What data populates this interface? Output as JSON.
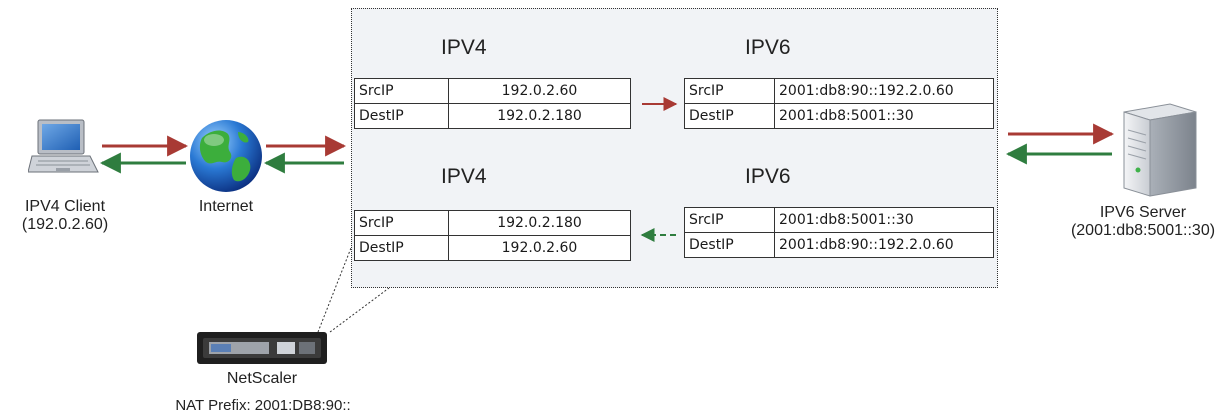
{
  "colors": {
    "forward": "#a83a34",
    "return": "#2f7d3f",
    "panel": "#f1f3f6"
  },
  "nodes": {
    "client": {
      "icon": "laptop-icon",
      "line1": "IPV4 Client",
      "line2": "(192.0.2.60)"
    },
    "internet": {
      "icon": "globe-icon",
      "label": "Internet"
    },
    "server": {
      "icon": "server-icon",
      "line1": "IPV6 Server",
      "line2": "(2001:db8:5001::30)"
    },
    "netscaler": {
      "icon": "netscaler-appliance-icon",
      "label": "NetScaler",
      "nat_prefix": "NAT Prefix: 2001:DB8:90::"
    }
  },
  "panel": {
    "request": {
      "ipv4_heading": "IPV4",
      "ipv6_heading": "IPV6",
      "ipv4_rows": [
        {
          "field": "SrcIP",
          "value": "192.0.2.60"
        },
        {
          "field": "DestIP",
          "value": "192.0.2.180"
        }
      ],
      "ipv6_rows": [
        {
          "field": "SrcIP",
          "value": "2001:db8:90::192.2.0.60"
        },
        {
          "field": "DestIP",
          "value": "2001:db8:5001::30"
        }
      ]
    },
    "response": {
      "ipv4_heading": "IPV4",
      "ipv6_heading": "IPV6",
      "ipv4_rows": [
        {
          "field": "SrcIP",
          "value": "192.0.2.180"
        },
        {
          "field": "DestIP",
          "value": "192.0.2.60"
        }
      ],
      "ipv6_rows": [
        {
          "field": "SrcIP",
          "value": "2001:db8:5001::30"
        },
        {
          "field": "DestIP",
          "value": "2001:db8:90::192.2.0.60"
        }
      ]
    }
  }
}
